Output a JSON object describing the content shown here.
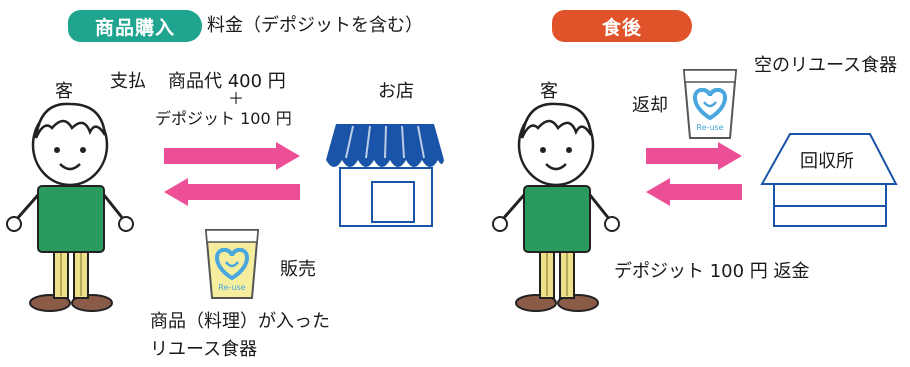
{
  "left_panel": {
    "tag": "商品購入",
    "tag_color": "#1fa58f",
    "tag_caption": "料金（デポジットを含む）",
    "customer_label": "客",
    "pay_label": "支払",
    "goods_price": "商品代 400 円",
    "plus": "＋",
    "deposit_price": "デポジット 100 円",
    "shop_label": "お店",
    "sale_label": "販売",
    "product_caption_line1": "商品（料理）が入った",
    "product_caption_line2": "リユース食器",
    "cup_logo_text": "Re-use"
  },
  "right_panel": {
    "tag": "食後",
    "tag_color": "#e0532a",
    "customer_label": "客",
    "return_label": "返却",
    "empty_cup_label": "空のリユース食器",
    "collection_label": "回収所",
    "refund_text": "デポジット 100 円 返金",
    "cup_logo_text": "Re-use"
  },
  "colors": {
    "arrow": "#ec4f96",
    "shirt": "#2a9a5e",
    "awning": "#1a54a8",
    "shop_outline": "#1a54a8",
    "pants": "#efe08a",
    "shoes": "#8a5b47",
    "collection_outline": "#1a54a8"
  }
}
